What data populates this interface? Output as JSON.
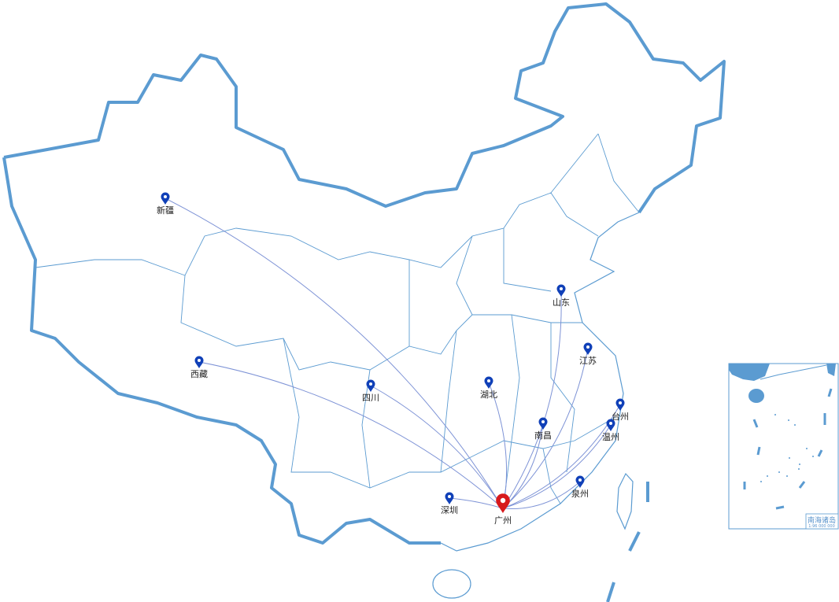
{
  "map": {
    "destination": {
      "name": "广州",
      "marker_color": "#d7191c"
    },
    "origins": [
      {
        "name": "新疆"
      },
      {
        "name": "西藏"
      },
      {
        "name": "四川"
      },
      {
        "name": "湖北"
      },
      {
        "name": "山东"
      },
      {
        "name": "江苏"
      },
      {
        "name": "台州"
      },
      {
        "name": "温州"
      },
      {
        "name": "南昌"
      },
      {
        "name": "泉州"
      },
      {
        "name": "深圳"
      }
    ],
    "colors": {
      "border": "#5b9bd1",
      "origin_marker": "#1040b8",
      "flow_line": "#7e93d6"
    },
    "inset": {
      "title": "南海诸岛",
      "scale": "1:96 000 000"
    }
  }
}
